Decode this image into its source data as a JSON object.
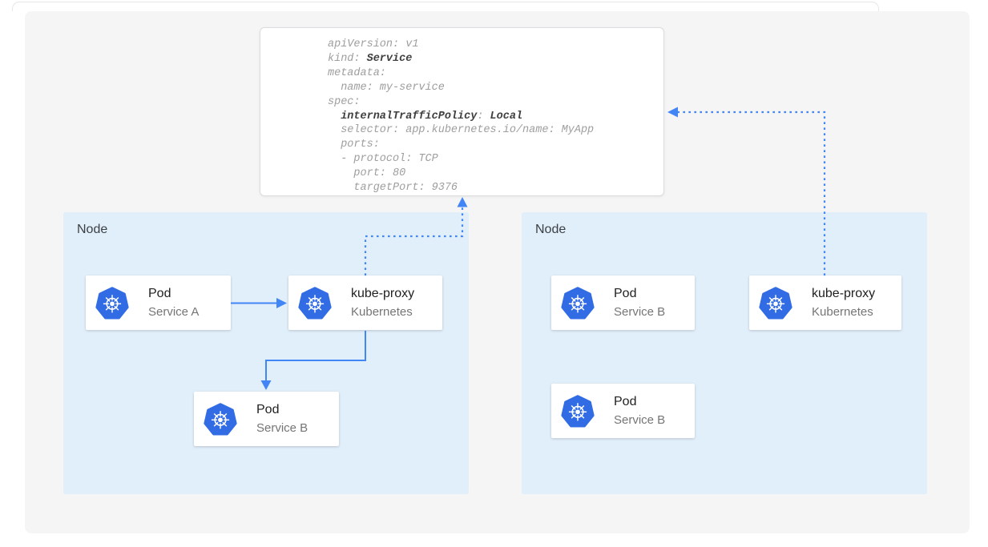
{
  "yaml_box": {
    "lines": [
      {
        "s1": "apiVersion: v1"
      },
      {
        "s1": "kind: ",
        "s2": "Service"
      },
      {
        "s1": "metadata:"
      },
      {
        "s1": "  name: my-service"
      },
      {
        "s1": "spec:"
      },
      {
        "s1": "  ",
        "s2": "internalTrafficPolicy",
        "s3": ": ",
        "s4": "Local"
      },
      {
        "s1": "  selector: app.kubernetes.io/name: MyApp"
      },
      {
        "s1": "  ports:"
      },
      {
        "s1": "  - protocol: TCP"
      },
      {
        "s1": "    port: 80"
      },
      {
        "s1": "    targetPort: 9376"
      }
    ]
  },
  "nodes": [
    {
      "label": "Node",
      "cards": [
        {
          "title": "Pod",
          "subtitle": "Service A",
          "icon": "kubernetes-logo"
        },
        {
          "title": "kube-proxy",
          "subtitle": "Kubernetes",
          "icon": "kubernetes-logo"
        },
        {
          "title": "Pod",
          "subtitle": "Service B",
          "icon": "kubernetes-logo"
        }
      ]
    },
    {
      "label": "Node",
      "cards": [
        {
          "title": "Pod",
          "subtitle": "Service B",
          "icon": "kubernetes-logo"
        },
        {
          "title": "kube-proxy",
          "subtitle": "Kubernetes",
          "icon": "kubernetes-logo"
        },
        {
          "title": "Pod",
          "subtitle": "Service B",
          "icon": "kubernetes-logo"
        }
      ]
    }
  ],
  "colors": {
    "arrow_blue": "#4285f4",
    "kubernetes_blue": "#326ce5",
    "node_background": "#e1effb",
    "panel_background": "#f5f5f6",
    "yaml_text_gray": "#9e9e9e",
    "yaml_text_bold": "#3f3f3f"
  }
}
